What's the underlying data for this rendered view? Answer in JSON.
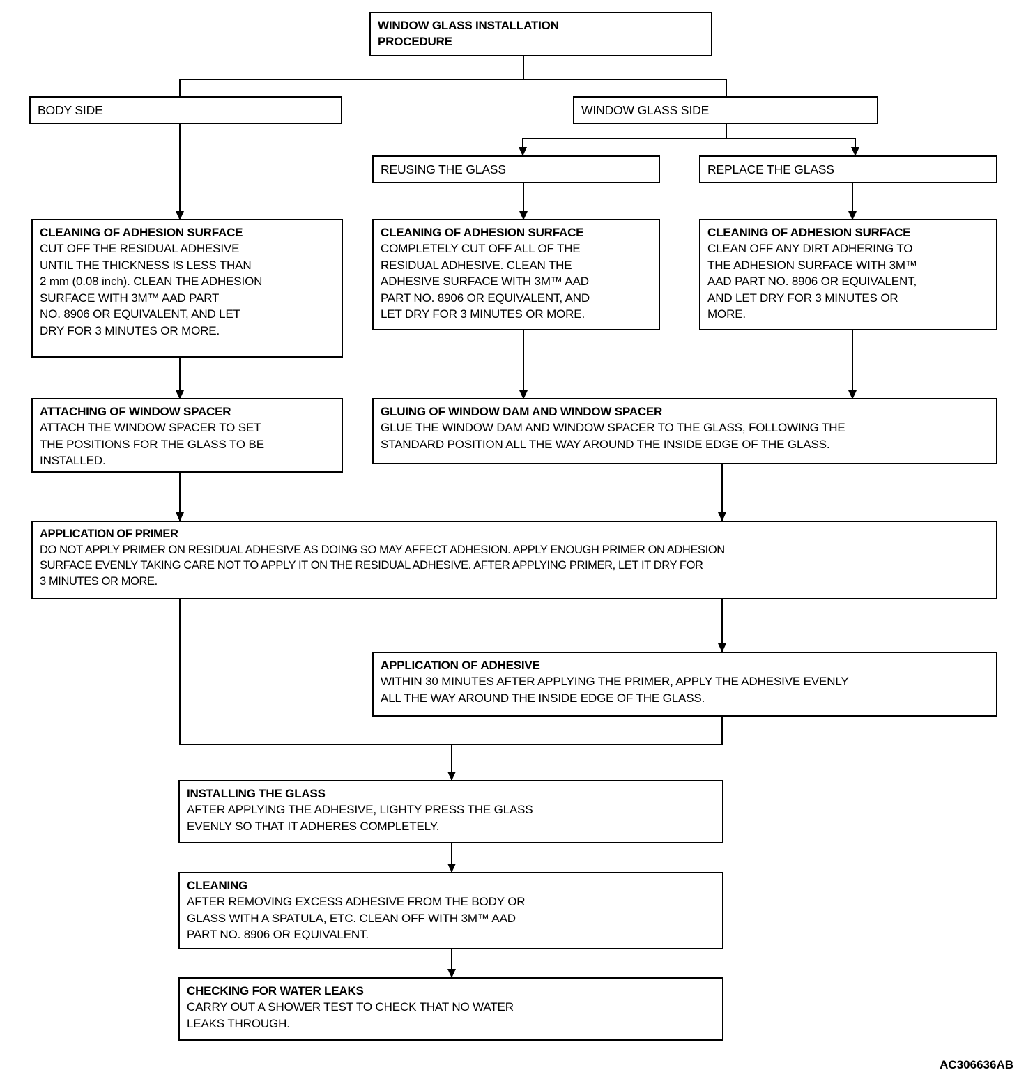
{
  "diagram": {
    "part_number": "AC306636AB",
    "nodes": {
      "root": {
        "title": "WINDOW GLASS INSTALLATION\nPROCEDURE",
        "body": ""
      },
      "body_side": {
        "title": "",
        "body": "BODY SIDE"
      },
      "window_glass_side": {
        "title": "",
        "body": "WINDOW GLASS SIDE"
      },
      "reusing_the_glass": {
        "title": "",
        "body": "REUSING THE GLASS"
      },
      "replace_the_glass": {
        "title": "",
        "body": "REPLACE  THE GLASS"
      },
      "clean_body": {
        "title": "CLEANING OF ADHESION SURFACE",
        "body": "CUT OFF THE RESIDUAL ADHESIVE\nUNTIL THE THICKNESS IS LESS THAN\n2 mm (0.08 inch). CLEAN THE ADHESION\nSURFACE WITH 3M™ AAD PART\nNO. 8906 OR EQUIVALENT, AND LET\nDRY FOR 3 MINUTES OR MORE."
      },
      "clean_reuse": {
        "title": "CLEANING OF ADHESION SURFACE",
        "body": "COMPLETELY CUT OFF ALL OF THE\nRESIDUAL ADHESIVE. CLEAN THE\nADHESIVE SURFACE WITH 3M™ AAD\nPART NO. 8906 OR EQUIVALENT, AND\nLET DRY FOR 3 MINUTES OR MORE."
      },
      "clean_replace": {
        "title": "CLEANING OF ADHESION SURFACE",
        "body": "CLEAN OFF ANY DIRT ADHERING TO\nTHE ADHESION SURFACE WITH 3M™\nAAD PART NO. 8906 OR EQUIVALENT,\nAND LET DRY FOR 3 MINUTES OR\nMORE."
      },
      "attach_spacer": {
        "title": "ATTACHING OF WINDOW SPACER",
        "body": "ATTACH THE WINDOW SPACER TO SET\nTHE POSITIONS FOR THE GLASS TO BE\nINSTALLED."
      },
      "gluing": {
        "title": "GLUING OF WINDOW DAM AND WINDOW SPACER",
        "body": "GLUE THE WINDOW DAM AND WINDOW SPACER TO THE GLASS, FOLLOWING THE\nSTANDARD POSITION ALL THE WAY AROUND THE INSIDE EDGE OF THE GLASS."
      },
      "primer": {
        "title": "APPLICATION OF PRIMER",
        "body": "DO NOT APPLY PRIMER ON RESIDUAL ADHESIVE AS DOING SO MAY AFFECT ADHESION. APPLY ENOUGH PRIMER ON ADHESION\nSURFACE EVENLY TAKING CARE NOT TO APPLY IT ON THE RESIDUAL ADHESIVE. AFTER APPLYING PRIMER, LET IT DRY FOR\n3 MINUTES OR MORE."
      },
      "adhesive": {
        "title": "APPLICATION OF ADHESIVE",
        "body": "WITHIN 30 MINUTES AFTER APPLYING THE PRIMER, APPLY THE ADHESIVE EVENLY\nALL THE WAY AROUND THE INSIDE EDGE OF THE GLASS."
      },
      "installing": {
        "title": "INSTALLING THE GLASS",
        "body": "AFTER APPLYING THE ADHESIVE, LIGHTY  PRESS THE GLASS\nEVENLY SO THAT IT ADHERES COMPLETELY."
      },
      "cleaning": {
        "title": "CLEANING",
        "body": "AFTER REMOVING EXCESS ADHESIVE FROM THE BODY OR\nGLASS WITH A SPATULA, ETC. CLEAN OFF  WITH 3M™ AAD\nPART NO. 8906 OR EQUIVALENT."
      },
      "water_leaks": {
        "title": "CHECKING FOR WATER  LEAKS",
        "body": "CARRY OUT A SHOWER TEST TO CHECK THAT NO WATER\nLEAKS THROUGH."
      }
    }
  }
}
